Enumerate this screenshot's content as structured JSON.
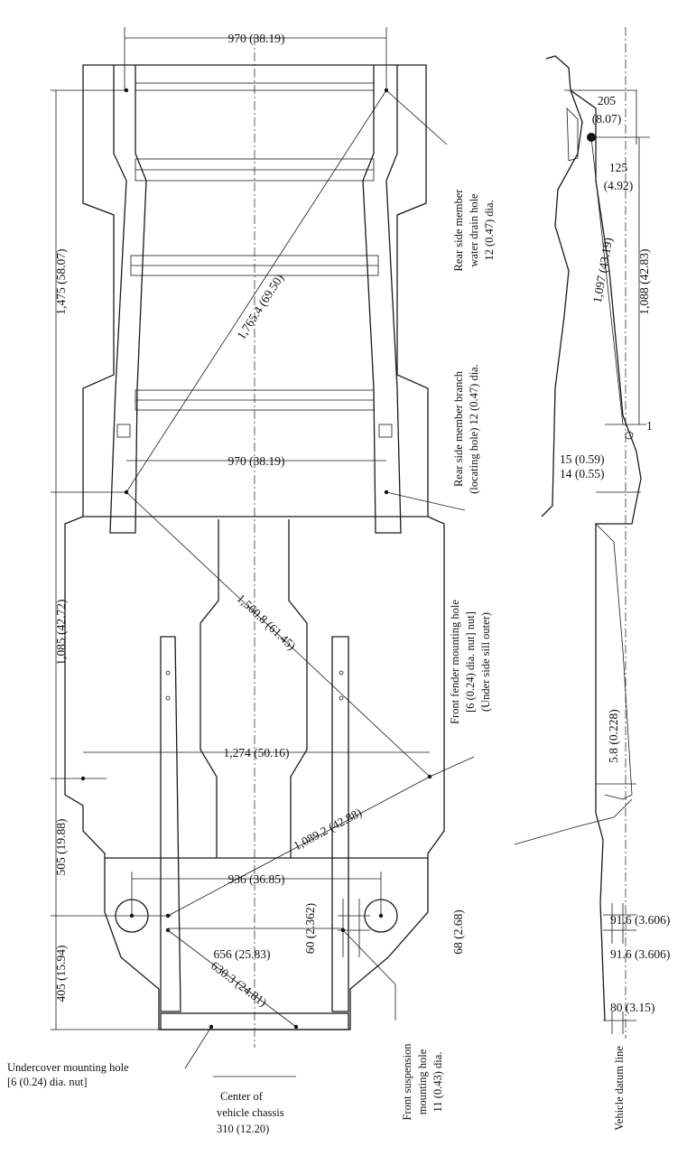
{
  "dimensions": {
    "top_width": "970 (38.19)",
    "mid_width": "970 (38.19)",
    "rear_length": "1,475 (58.07)",
    "rear_diagonal": "1,765.4 (69.50)",
    "center_length": "1,085 (42.72)",
    "center_diagonal": "1,560.8 (61.45)",
    "sill_width": "1,274 (50.16)",
    "front_length_505": "505 (19.88)",
    "front_diagonal": "1,089.2 (42.88)",
    "front_width": "936 (36.85)",
    "front_length_405": "405 (15.94)",
    "inner_width": "656 (25.83)",
    "short_diagonal": "630.3 (24.81)",
    "offset_60": "60 (2.362)",
    "offset_68": "68 (2.68)",
    "side_205": "205",
    "side_205_in": "(8.07)",
    "side_125": "125",
    "side_125_in": "(4.92)",
    "side_1097": "1,097 (43.19)",
    "side_1088": "1,088 (42.83)",
    "side_15": "15 (0.59)",
    "side_14": "14 (0.55)",
    "side_58": "5.8 (0.228)",
    "side_916a": "91.6 (3.606)",
    "side_916b": "91.6 (3.606)",
    "side_80": "80 (3.15)",
    "side_1": "1"
  },
  "labels": {
    "drain_hole": [
      "Rear side member",
      "water drain hole",
      "12 (0.47) dia."
    ],
    "branch": [
      "Rear side member branch",
      "(locating hole) 12 (0.47) dia."
    ],
    "fender": [
      "Front fender mounting hole",
      "[6 (0.24) dia. nut] nut]",
      "(Under side sill outer)"
    ],
    "undercover": [
      "Undercover mounting hole",
      "[6 (0.24) dia. nut]"
    ],
    "suspension": [
      "Front suspension",
      "mounting hole",
      "11 (0.43) dia."
    ],
    "center": [
      "Center of",
      "vehicle chassis",
      "310 (12.20)"
    ],
    "datum": "Vehicle datum line"
  }
}
